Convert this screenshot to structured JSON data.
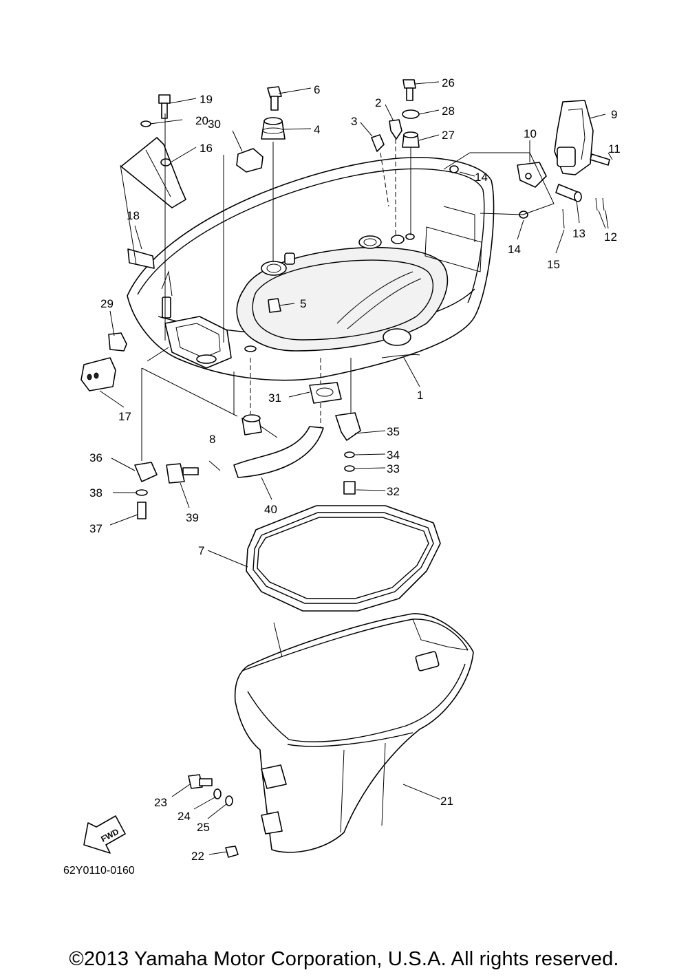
{
  "diagram": {
    "part_labels": [
      "1",
      "2",
      "3",
      "4",
      "5",
      "6",
      "7",
      "8",
      "9",
      "10",
      "11",
      "12",
      "13",
      "14",
      "14",
      "15",
      "16",
      "17",
      "18",
      "19",
      "20",
      "21",
      "22",
      "23",
      "24",
      "25",
      "26",
      "27",
      "28",
      "29",
      "30",
      "31",
      "32",
      "33",
      "34",
      "35",
      "36",
      "37",
      "38",
      "39",
      "40"
    ],
    "direction_marker": "FWD",
    "diagram_code": "62Y0110-0160"
  },
  "footer": {
    "copyright": "©2013 Yamaha Motor Corporation, U.S.A. All rights reserved."
  }
}
